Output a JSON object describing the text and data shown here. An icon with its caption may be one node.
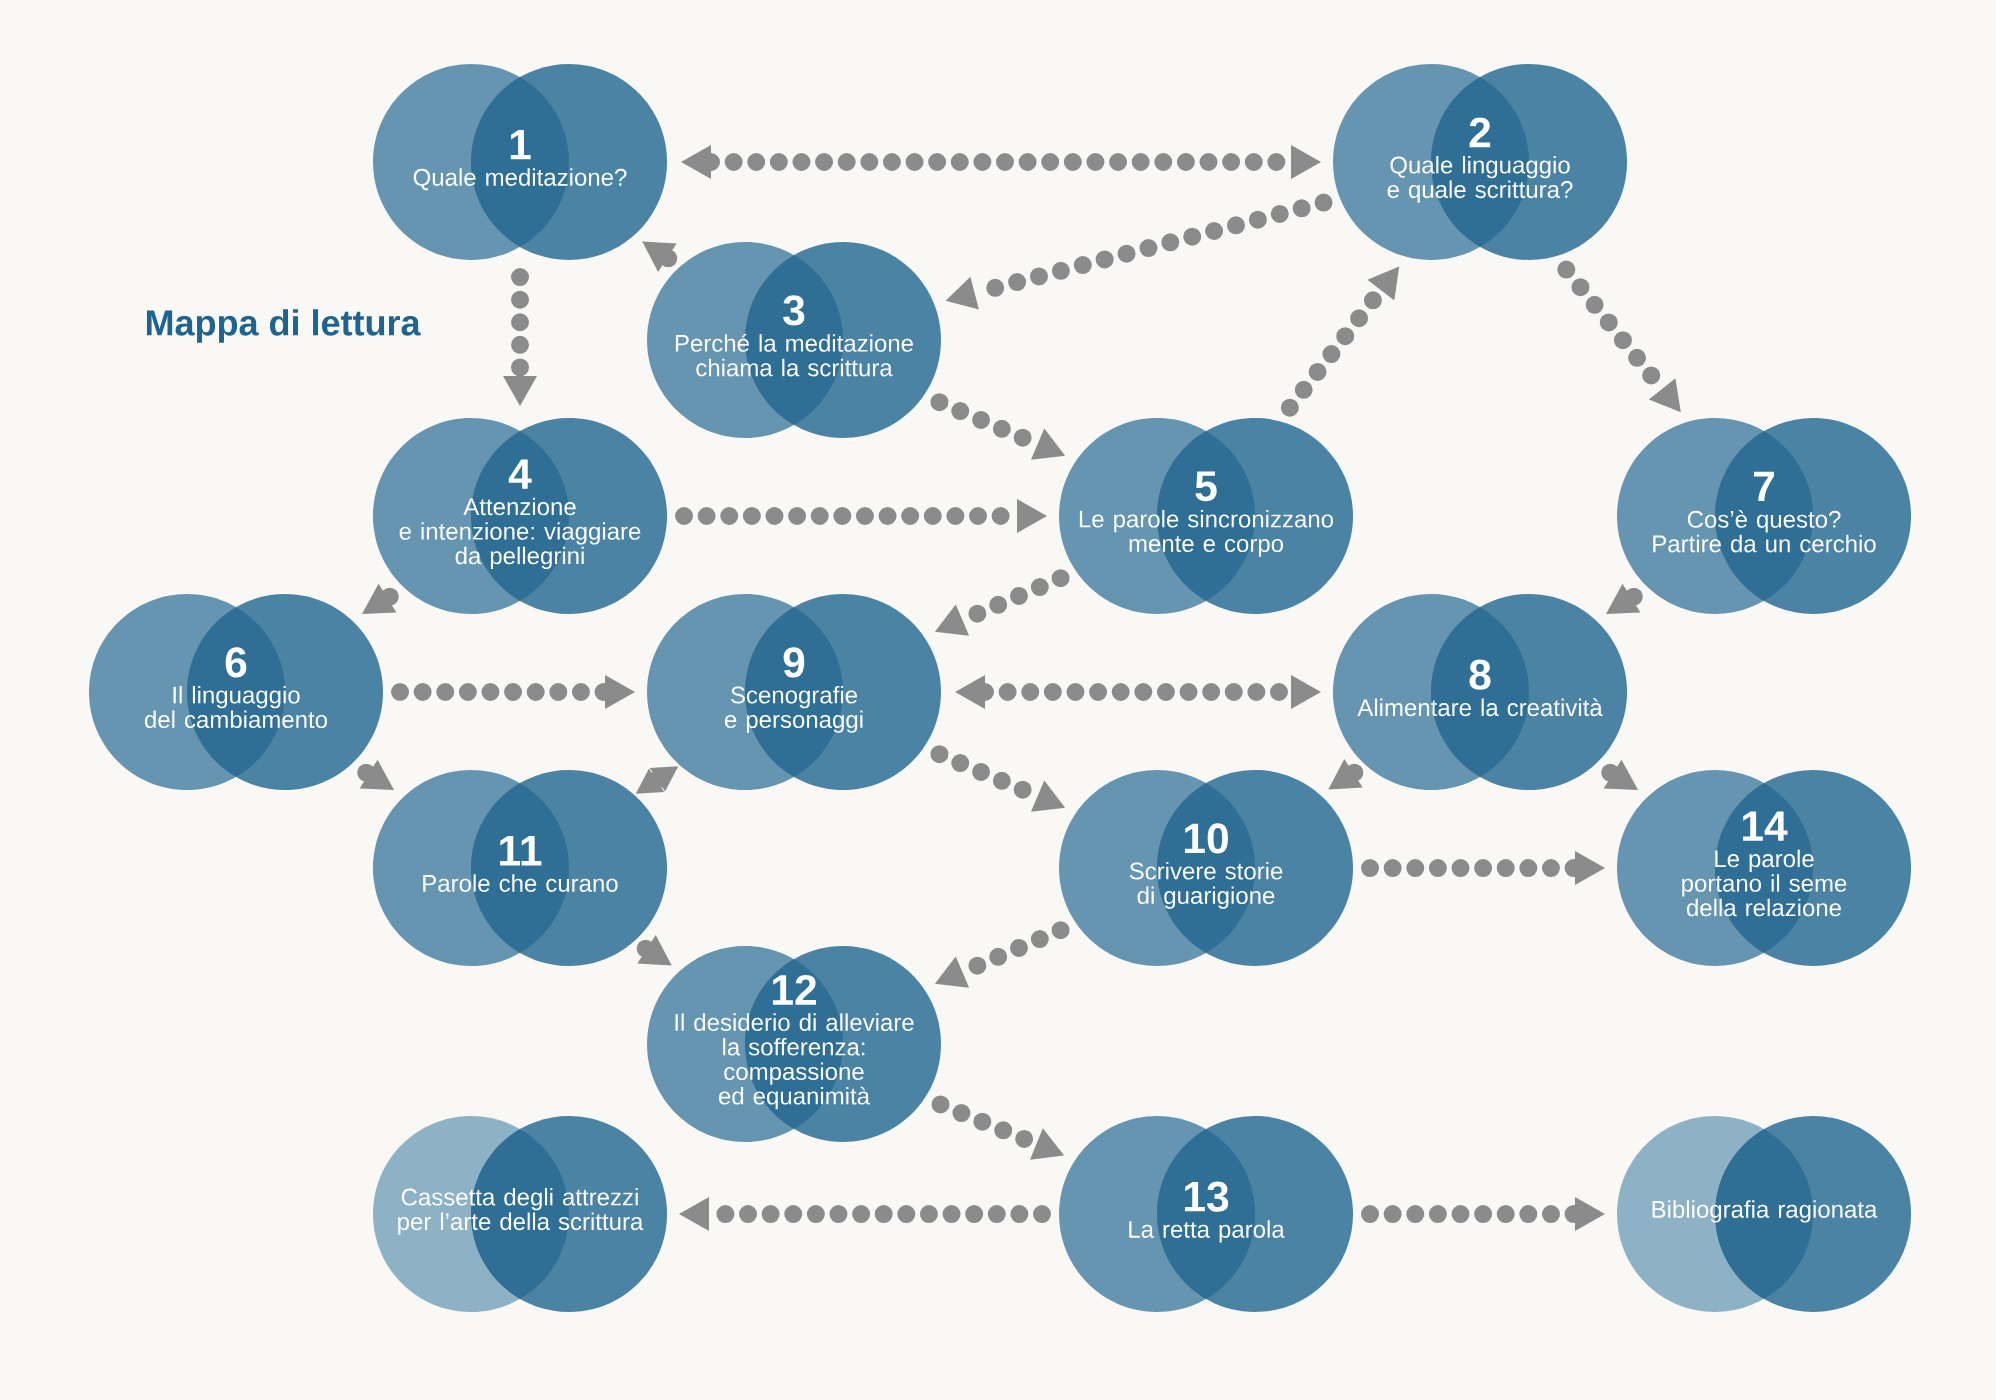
{
  "diagram": {
    "title": "Mappa di lettura",
    "nodes": [
      {
        "text": [
          "1",
          "Quale meditazione?"
        ]
      },
      {
        "text": [
          "2",
          "Quale linguaggio e quale scrittura?"
        ]
      },
      {
        "text": [
          "3",
          "Perché la meditazione chiama la scrittura"
        ]
      },
      {
        "text": [
          "4",
          "Attenzione e intenzione: viaggiare da pellegrini"
        ]
      },
      {
        "text": [
          "5",
          "Le parole sincronizzano mente e corpo"
        ]
      },
      {
        "text": [
          "6",
          "Il linguaggio del cambiamento"
        ]
      },
      {
        "text": [
          "7",
          "Cos’è questo? Partire da un cerchio"
        ]
      },
      {
        "text": [
          "8",
          "Alimentare la creatività"
        ]
      },
      {
        "text": [
          "9",
          "Scenografie e personaggi"
        ]
      },
      {
        "text": [
          "10",
          "Scrivere storie di guarigione"
        ]
      },
      {
        "text": [
          "11",
          "Parole che curano"
        ]
      },
      {
        "text": [
          "12",
          "Il desiderio di alleviare la sofferenza: compassione ed equanimità"
        ]
      },
      {
        "text": [
          "13",
          "La retta parola"
        ]
      },
      {
        "text": [
          "14",
          "Le parole portano il seme della relazione"
        ]
      },
      {
        "text": [
          "Cassetta degli attrezzi per l’arte della scrittura"
        ]
      },
      {
        "text": [
          "Bibliografia ragionata"
        ]
      }
    ],
    "edges": [
      {
        "from": 0,
        "to": 1,
        "arrow": "both"
      },
      {
        "from": 1,
        "to": 2,
        "arrow": "to"
      },
      {
        "from": 2,
        "to": 0,
        "arrow": "to"
      },
      {
        "from": 0,
        "to": 3,
        "arrow": "to"
      },
      {
        "from": 2,
        "to": 4,
        "arrow": "to"
      },
      {
        "from": 4,
        "to": 1,
        "arrow": "to"
      },
      {
        "from": 1,
        "to": 6,
        "arrow": "to"
      },
      {
        "from": 3,
        "to": 4,
        "arrow": "to"
      },
      {
        "from": 3,
        "to": 5,
        "arrow": "to"
      },
      {
        "from": 5,
        "to": 8,
        "arrow": "to"
      },
      {
        "from": 4,
        "to": 8,
        "arrow": "to"
      },
      {
        "from": 8,
        "to": 7,
        "arrow": "both"
      },
      {
        "from": 6,
        "to": 7,
        "arrow": "to"
      },
      {
        "from": 5,
        "to": 10,
        "arrow": "to"
      },
      {
        "from": 8,
        "to": 10,
        "arrow": "both"
      },
      {
        "from": 8,
        "to": 9,
        "arrow": "to"
      },
      {
        "from": 7,
        "to": 9,
        "arrow": "to"
      },
      {
        "from": 7,
        "to": 13,
        "arrow": "to"
      },
      {
        "from": 9,
        "to": 13,
        "arrow": "to"
      },
      {
        "from": 10,
        "to": 11,
        "arrow": "to"
      },
      {
        "from": 9,
        "to": 11,
        "arrow": "to"
      },
      {
        "from": 11,
        "to": 12,
        "arrow": "to"
      },
      {
        "from": 12,
        "to": 14,
        "arrow": "to"
      },
      {
        "from": 12,
        "to": 15,
        "arrow": "to"
      }
    ]
  }
}
